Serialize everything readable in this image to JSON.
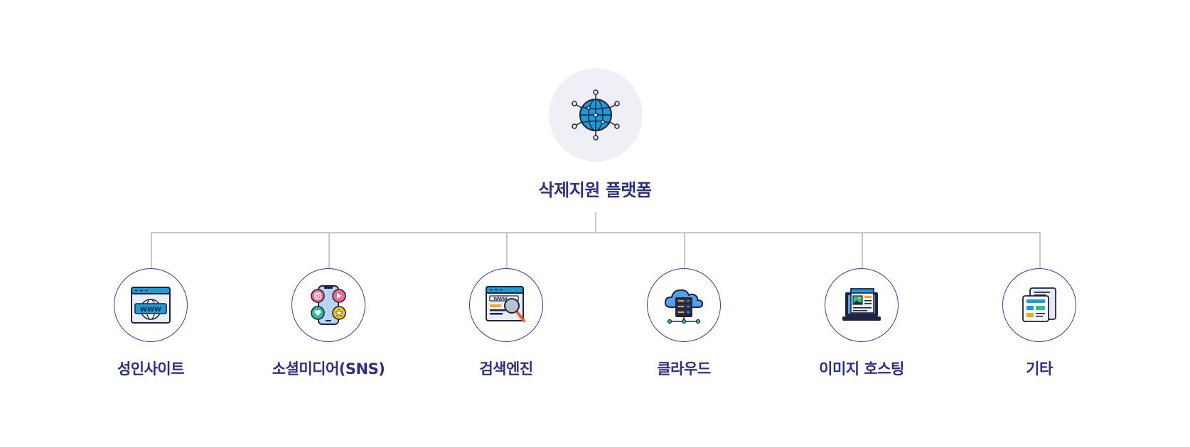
{
  "root": {
    "label": "삭제지원 플랫폼",
    "icon": "globe-network-icon"
  },
  "nodes": [
    {
      "label": "성인사이트",
      "icon": "browser-www-icon"
    },
    {
      "label": "소셜미디어(SNS)",
      "icon": "smartphone-social-icon"
    },
    {
      "label": "검색엔진",
      "icon": "browser-search-icon"
    },
    {
      "label": "클라우드",
      "icon": "cloud-server-icon"
    },
    {
      "label": "이미지 호스팅",
      "icon": "laptop-image-icon"
    },
    {
      "label": "기타",
      "icon": "documents-icon"
    }
  ],
  "colors": {
    "label": "#2d2f83",
    "circle_border": "#3b3d98",
    "root_bg": "#eff0f5",
    "connector": "#c9c9c9",
    "icon_blue": "#1c9bd6",
    "icon_outline": "#1d2340"
  }
}
